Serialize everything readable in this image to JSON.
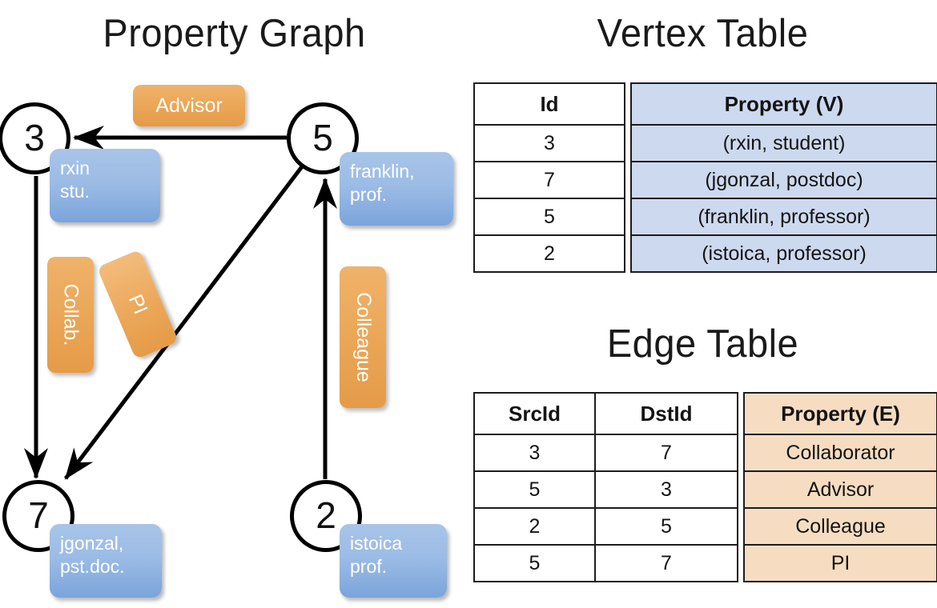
{
  "titles": {
    "property_graph": "Property Graph",
    "vertex_table": "Vertex Table",
    "edge_table": "Edge Table"
  },
  "colors": {
    "vertex_property_fill": "#cdd9ee",
    "edge_property_fill": "#f6ddc2",
    "vertex_box_blue": "#9cbce5",
    "edge_label_orange": "#eaa757",
    "stroke": "#000000",
    "background": "#ffffff"
  },
  "graph": {
    "nodes": [
      {
        "id": "3",
        "property_line1": "rxin",
        "property_line2": "stu."
      },
      {
        "id": "5",
        "property_line1": "franklin,",
        "property_line2": "prof."
      },
      {
        "id": "7",
        "property_line1": "jgonzal,",
        "property_line2": "pst.doc."
      },
      {
        "id": "2",
        "property_line1": "istoica",
        "property_line2": "prof."
      }
    ],
    "edge_labels": [
      {
        "name": "advisor",
        "text": "Advisor",
        "from": "5",
        "to": "3"
      },
      {
        "name": "collab",
        "text": "Collab.",
        "from": "3",
        "to": "7"
      },
      {
        "name": "pi",
        "text": "PI",
        "from": "5",
        "to": "7"
      },
      {
        "name": "colleague",
        "text": "Colleague",
        "from": "2",
        "to": "5"
      }
    ]
  },
  "vertex_table": {
    "headers": [
      "Id",
      "Property (V)"
    ],
    "rows": [
      {
        "id": "3",
        "property": "(rxin, student)"
      },
      {
        "id": "7",
        "property": "(jgonzal, postdoc)"
      },
      {
        "id": "5",
        "property": "(franklin, professor)"
      },
      {
        "id": "2",
        "property": "(istoica, professor)"
      }
    ]
  },
  "edge_table": {
    "headers": [
      "SrcId",
      "DstId",
      "Property (E)"
    ],
    "rows": [
      {
        "src": "3",
        "dst": "7",
        "property": "Collaborator"
      },
      {
        "src": "5",
        "dst": "3",
        "property": "Advisor"
      },
      {
        "src": "2",
        "dst": "5",
        "property": "Colleague"
      },
      {
        "src": "5",
        "dst": "7",
        "property": "PI"
      }
    ]
  }
}
